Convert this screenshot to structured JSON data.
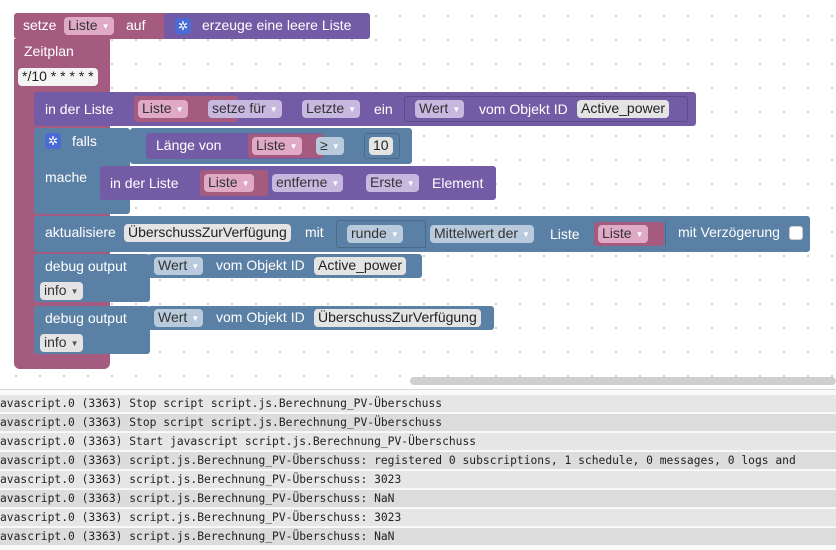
{
  "blocks": {
    "set_var": {
      "setze": "setze",
      "var": "Liste",
      "auf": "auf",
      "create_list": "erzeuge eine leere Liste"
    },
    "schedule": {
      "label": "Zeitplan",
      "cron": "*/10 * * * * *"
    },
    "list_set": {
      "in_der_liste": "in der Liste",
      "var": "Liste",
      "mode": "setze für",
      "where": "Letzte",
      "ein": "ein",
      "prop": "Wert",
      "vom_objekt": "vom Objekt ID",
      "object_id": "Active_power"
    },
    "if_block": {
      "falls": "falls",
      "mache": "mache",
      "laenge_von": "Länge von",
      "var": "Liste",
      "op": "≥",
      "value": "10"
    },
    "list_remove": {
      "in_der_liste": "in der Liste",
      "var": "Liste",
      "mode": "entferne",
      "where": "Erste",
      "element": "Element"
    },
    "update": {
      "aktualisiere": "aktualisiere",
      "object": "ÜberschussZurVerfügung",
      "mit": "mit",
      "round": "runde",
      "math": "Mittelwert der",
      "liste_label": "Liste",
      "var": "Liste",
      "delay": "mit Verzögerung"
    },
    "debug1": {
      "label": "debug output",
      "prop": "Wert",
      "vom_objekt": "vom Objekt ID",
      "object_id": "Active_power",
      "level": "info"
    },
    "debug2": {
      "label": "debug output",
      "prop": "Wert",
      "vom_objekt": "vom Objekt ID",
      "object_id": "ÜberschussZurVerfügung",
      "level": "info"
    }
  },
  "console": {
    "lines": [
      "avascript.0 (3363) Stop script script.js.Berechnung_PV-Überschuss",
      "avascript.0 (3363) Stop script script.js.Berechnung_PV-Überschuss",
      "avascript.0 (3363) Start javascript script.js.Berechnung_PV-Überschuss",
      "avascript.0 (3363) script.js.Berechnung_PV-Überschuss: registered 0 subscriptions, 1 schedule, 0 messages, 0 logs and",
      "avascript.0 (3363) script.js.Berechnung_PV-Überschuss: 3023",
      "avascript.0 (3363) script.js.Berechnung_PV-Überschuss: NaN",
      "avascript.0 (3363) script.js.Berechnung_PV-Überschuss: 3023",
      "avascript.0 (3363) script.js.Berechnung_PV-Überschuss: NaN"
    ]
  },
  "colors": {
    "variable": "#a55b80",
    "list": "#745ba5",
    "logic": "#5b80a5",
    "ioBroker": "#a55b80",
    "dropdown_var": "#e8a5c4"
  }
}
